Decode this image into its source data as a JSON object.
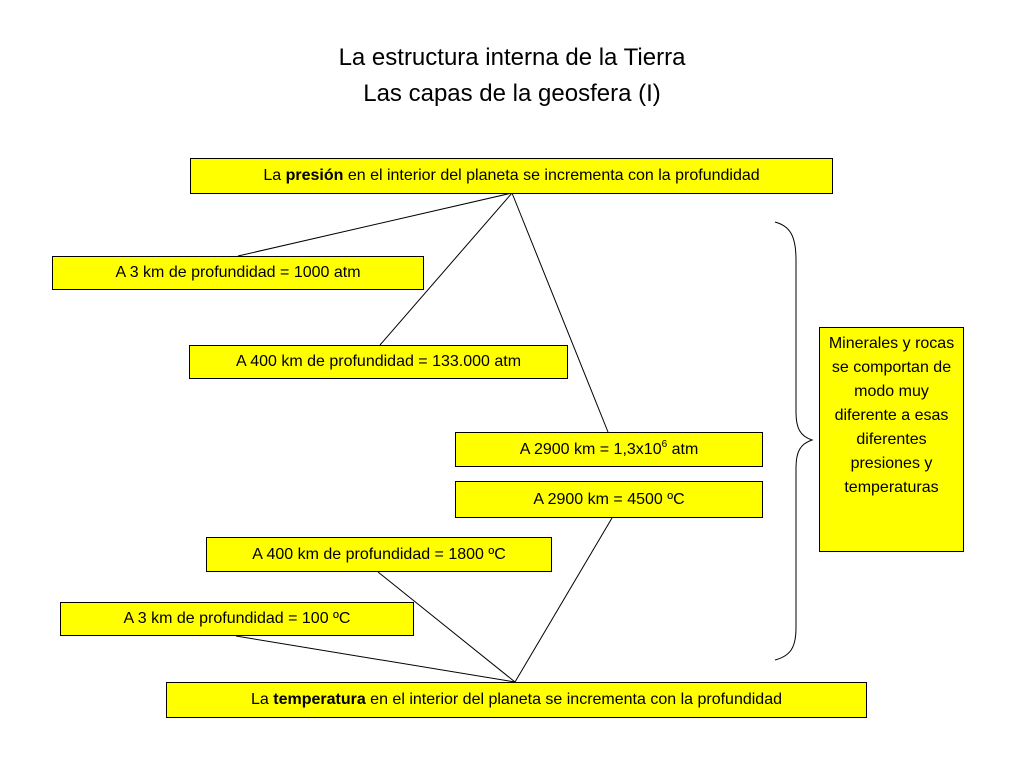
{
  "title": {
    "line1": "La estructura interna de la Tierra",
    "line2": "Las capas de la geosfera (I)"
  },
  "pressure_header": {
    "prefix": "La ",
    "bold": "presión",
    "suffix": " en el interior del planeta se incrementa con la profundidad"
  },
  "pressure_items": {
    "p1": "A 3 km de profundidad = 1000 atm",
    "p2": "A 400 km de profundidad = 133.000 atm",
    "p3_base": "A 2900 km = 1,3x10",
    "p3_exp": "6",
    "p3_unit": " atm"
  },
  "temperature_items": {
    "t1": "A 2900 km = 4500 ºC",
    "t2": "A 400 km de profundidad = 1800 ºC",
    "t3": "A 3 km de profundidad = 100 ºC"
  },
  "temperature_footer": {
    "prefix": "La ",
    "bold": "temperatura",
    "suffix": " en el interior del planeta se incrementa con la profundidad"
  },
  "side_note": "Minerales y rocas se comportan de modo muy diferente a esas diferentes presiones y temperaturas",
  "colors": {
    "box_fill": "#ffff00",
    "line": "#000000"
  }
}
